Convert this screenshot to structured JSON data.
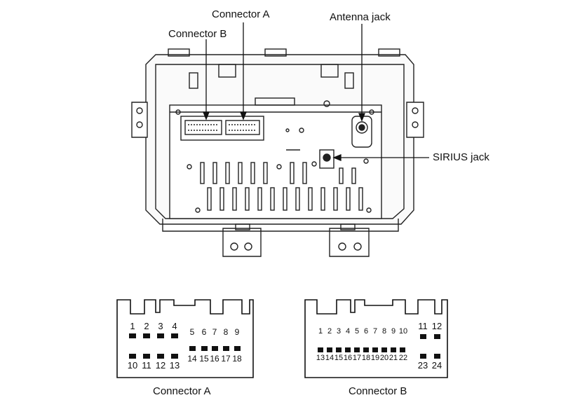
{
  "callouts": {
    "connector_a": "Connector A",
    "connector_b": "Connector B",
    "antenna_jack": "Antenna jack",
    "sirius_jack": "SIRIUS jack"
  },
  "connector_a": {
    "caption": "Connector A",
    "pins_top_left": [
      "1",
      "2",
      "3",
      "4"
    ],
    "pins_bottom_left": [
      "10",
      "11",
      "12",
      "13"
    ],
    "pins_top_right": [
      "5",
      "6",
      "7",
      "8",
      "9"
    ],
    "pins_bottom_right": [
      "14",
      "15",
      "16",
      "17",
      "18"
    ]
  },
  "connector_b": {
    "caption": "Connector B",
    "pins_top_main": [
      "1",
      "2",
      "3",
      "4",
      "5",
      "6",
      "7",
      "8",
      "9",
      "10"
    ],
    "pins_bottom_main": [
      "13",
      "14",
      "15",
      "16",
      "17",
      "18",
      "19",
      "20",
      "21",
      "22"
    ],
    "pins_top_side": [
      "11",
      "12"
    ],
    "pins_bottom_side": [
      "23",
      "24"
    ]
  }
}
